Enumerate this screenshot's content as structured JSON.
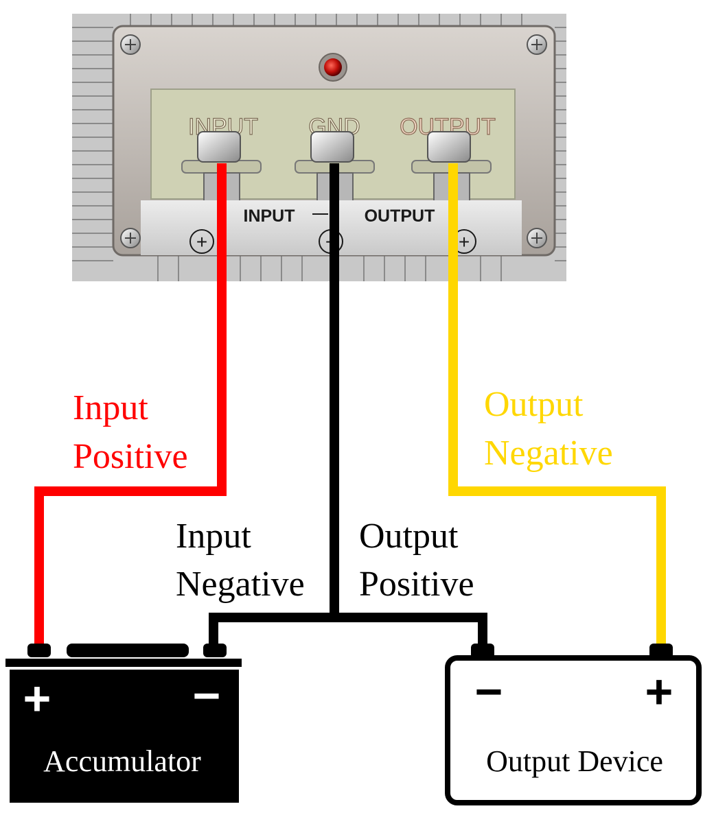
{
  "device": {
    "plate_labels": {
      "input": "INPUT",
      "gnd": "GND",
      "output": "OUTPUT"
    },
    "strip_labels": {
      "input": "INPUT",
      "output": "OUTPUT"
    },
    "polarity": {
      "input": "+",
      "gnd": "−",
      "output": "+"
    }
  },
  "wires": {
    "input_positive": {
      "line1": "Input",
      "line2": "Positive",
      "color": "#ff0000"
    },
    "input_negative": {
      "line1": "Input",
      "line2": "Negative",
      "color": "#000000"
    },
    "output_positive": {
      "line1": "Output",
      "line2": "Positive",
      "color": "#000000"
    },
    "output_negative": {
      "line1": "Output",
      "line2": "Negative",
      "color": "#ffd700"
    }
  },
  "accumulator": {
    "label": "Accumulator",
    "plus": "+",
    "minus": "−",
    "fill": "#000000"
  },
  "output_device": {
    "label": "Output Device",
    "plus": "+",
    "minus": "−",
    "fill": "#ffffff"
  }
}
